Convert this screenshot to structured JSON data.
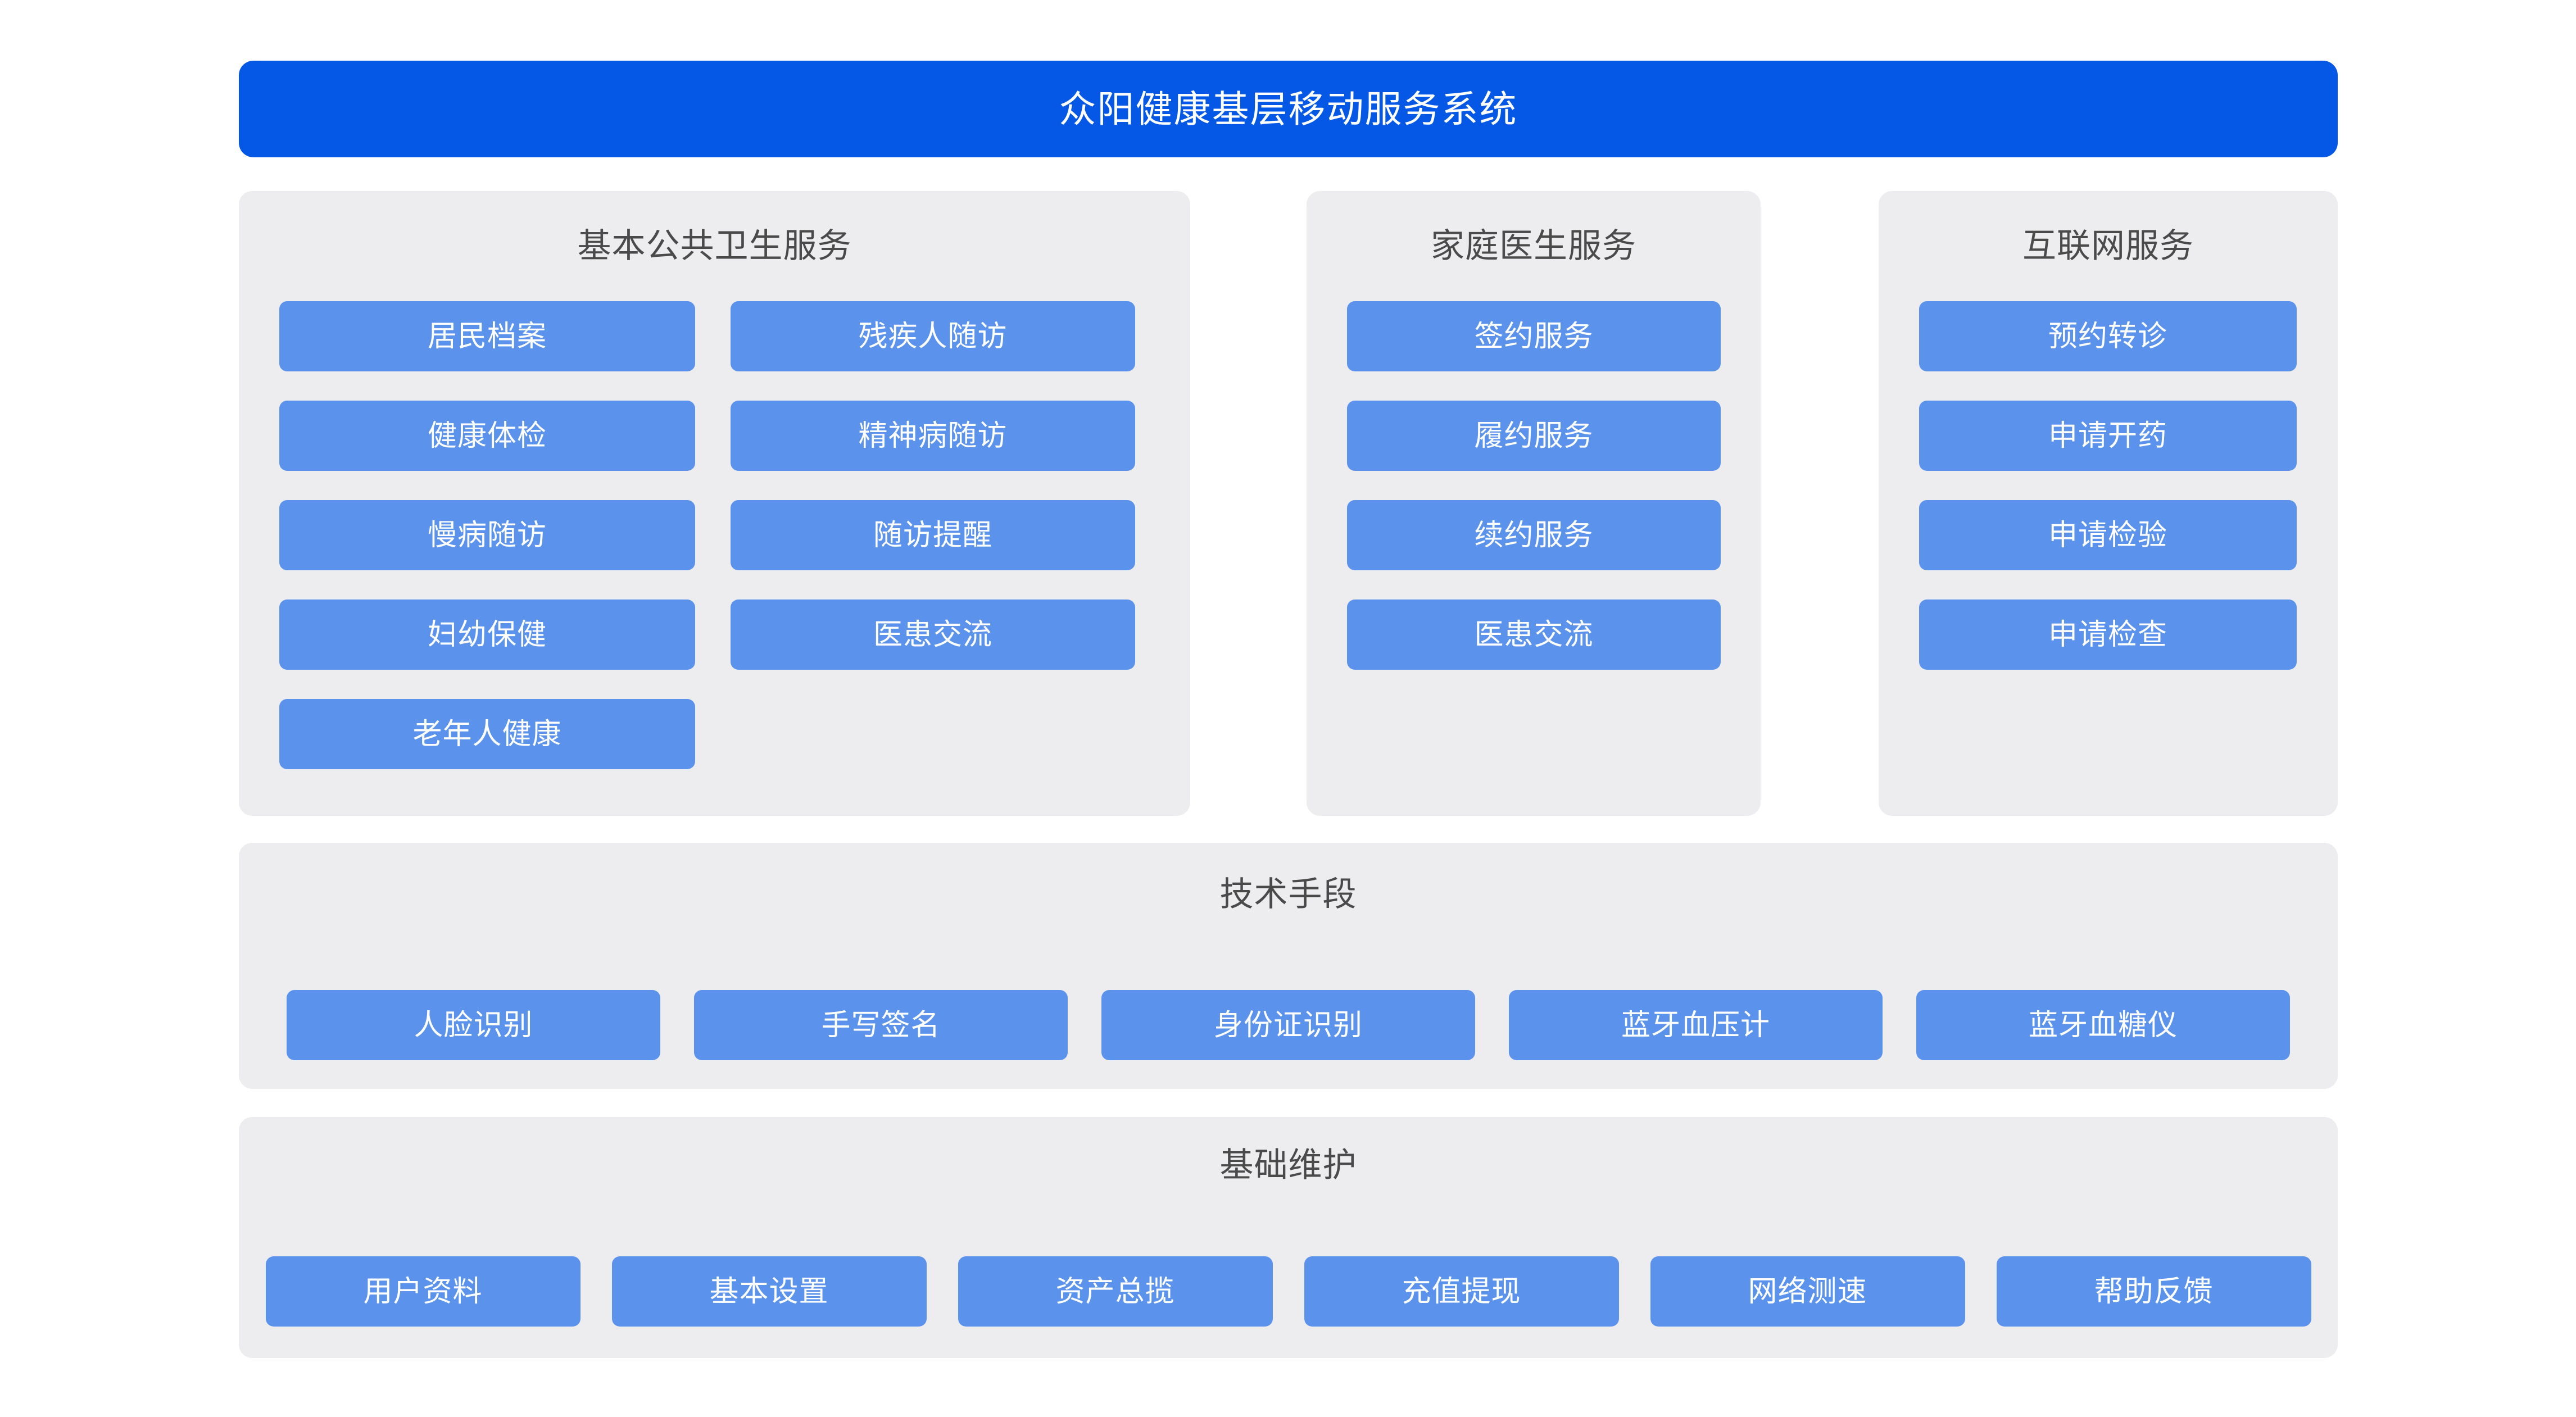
{
  "header": {
    "title": "众阳健康基层移动服务系统",
    "background_color": "#0558E6",
    "text_color": "#FFFFFF"
  },
  "theme": {
    "page_background": "#FFFFFF",
    "panel_background": "#EDEDEF",
    "tile_background": "#5B93EC",
    "tile_text_color": "#FFFFFF",
    "panel_title_color": "#4A4A4A"
  },
  "sections": {
    "public_health": {
      "title": "基本公共卫生服务",
      "layout": "two-column",
      "tiles": [
        {
          "label": "居民档案"
        },
        {
          "label": "残疾人随访"
        },
        {
          "label": "健康体检"
        },
        {
          "label": "精神病随访"
        },
        {
          "label": "慢病随访"
        },
        {
          "label": "随访提醒"
        },
        {
          "label": "妇幼保健"
        },
        {
          "label": "医患交流"
        },
        {
          "label": "老年人健康"
        }
      ]
    },
    "family_doctor": {
      "title": "家庭医生服务",
      "layout": "single-column",
      "tiles": [
        {
          "label": "签约服务"
        },
        {
          "label": "履约服务"
        },
        {
          "label": "续约服务"
        },
        {
          "label": "医患交流"
        }
      ]
    },
    "internet_service": {
      "title": "互联网服务",
      "layout": "single-column",
      "tiles": [
        {
          "label": "预约转诊"
        },
        {
          "label": "申请开药"
        },
        {
          "label": "申请检验"
        },
        {
          "label": "申请检查"
        }
      ]
    },
    "technology": {
      "title": "技术手段",
      "layout": "single-row",
      "tiles": [
        {
          "label": "人脸识别"
        },
        {
          "label": "手写签名"
        },
        {
          "label": "身份证识别"
        },
        {
          "label": "蓝牙血压计"
        },
        {
          "label": "蓝牙血糖仪"
        }
      ]
    },
    "base_maintenance": {
      "title": "基础维护",
      "layout": "single-row",
      "tiles": [
        {
          "label": "用户资料"
        },
        {
          "label": "基本设置"
        },
        {
          "label": "资产总揽"
        },
        {
          "label": "充值提现"
        },
        {
          "label": "网络测速"
        },
        {
          "label": "帮助反馈"
        }
      ]
    }
  }
}
